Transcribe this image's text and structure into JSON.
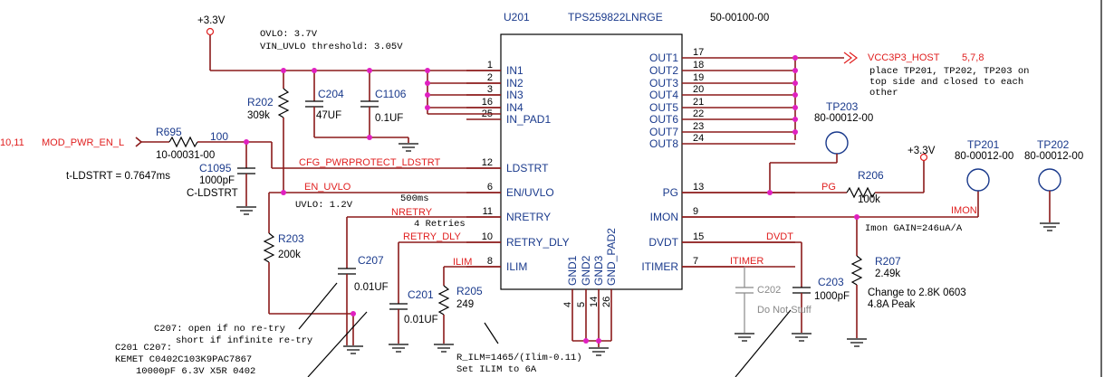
{
  "chip": {
    "ref": "U201",
    "part": "TPS259822LNRGE",
    "code": "50-00100-00",
    "left_pins": [
      {
        "num": "1",
        "name": "IN1"
      },
      {
        "num": "2",
        "name": "IN2"
      },
      {
        "num": "3",
        "name": "IN3"
      },
      {
        "num": "16",
        "name": "IN4"
      },
      {
        "num": "25",
        "name": "IN_PAD1"
      },
      {
        "num": "12",
        "name": "LDSTRT"
      },
      {
        "num": "6",
        "name": "EN/UVLO"
      },
      {
        "num": "11",
        "name": "NRETRY"
      },
      {
        "num": "10",
        "name": "RETRY_DLY"
      },
      {
        "num": "8",
        "name": "ILIM"
      }
    ],
    "right_pins": [
      {
        "num": "17",
        "name": "OUT1"
      },
      {
        "num": "18",
        "name": "OUT2"
      },
      {
        "num": "19",
        "name": "OUT3"
      },
      {
        "num": "20",
        "name": "OUT4"
      },
      {
        "num": "21",
        "name": "OUT5"
      },
      {
        "num": "22",
        "name": "OUT6"
      },
      {
        "num": "23",
        "name": "OUT7"
      },
      {
        "num": "24",
        "name": "OUT8"
      },
      {
        "num": "13",
        "name": "PG"
      },
      {
        "num": "9",
        "name": "IMON"
      },
      {
        "num": "15",
        "name": "DVDT"
      },
      {
        "num": "7",
        "name": "ITIMER"
      }
    ],
    "bottom_pins": [
      {
        "num": "4",
        "name": "GND1"
      },
      {
        "num": "5",
        "name": "GND2"
      },
      {
        "num": "14",
        "name": "GND3"
      },
      {
        "num": "26",
        "name": "GND_PAD2"
      }
    ]
  },
  "power": {
    "left": "+3.3V",
    "right": "+3.3V"
  },
  "notes": {
    "ovlo": "OVLO: 3.7V",
    "vin_uvlo": "VIN_UVLO threshold: 3.05V",
    "uvlo": "UVLO: 1.2V",
    "delay": "500ms",
    "retries": "4 Retries",
    "ldstrt": "t-LDSTRT = 0.7647ms",
    "output_note_1": "place TP201, TP202, TP203 on",
    "output_note_2": "top side and closed to each",
    "output_note_3": "other",
    "imon_gain": "Imon GAIN=246uA/A",
    "c207_1": "C207: open if no re-try",
    "c207_2": "short if infinite re-try",
    "c201_c207": "C201 C207:",
    "kemet": "KEMET C0402C103K9PAC7867",
    "kemet_spec": "10000pF 6.3V X5R 0402",
    "rilm_1": "R_ILM=1465/(Ilim-0.11)",
    "rilm_2": "Set ILIM to 6A",
    "r207_change_1": "Change to 2.8K 0603",
    "r207_change_2": "4.8A Peak"
  },
  "nets": {
    "mod_pwr_en": "MOD_PWR_EN_L",
    "mod_sheet": "10,11",
    "node_100": "100",
    "cfg": "CFG_PWRPROTECT_LDSTRT",
    "en_uvlo": "EN_UVLO",
    "nretry": "NRETRY",
    "retry_dly": "RETRY_DLY",
    "ilim": "ILIM",
    "vcc_host": "VCC3P3_HOST",
    "vcc_sheet": "5,7,8",
    "pg": "PG",
    "imon": "IMON",
    "dvdt": "DVDT",
    "itimer": "ITIMER"
  },
  "components": {
    "r202": {
      "ref": "R202",
      "val": "309k"
    },
    "c204": {
      "ref": "C204",
      "val": "47UF"
    },
    "c1106": {
      "ref": "C1106",
      "val": "0.1UF"
    },
    "r695": {
      "ref": "R695",
      "val": "10-00031-00"
    },
    "c1095": {
      "ref": "C1095",
      "val": "1000pF",
      "name": "C-LDSTRT"
    },
    "r203": {
      "ref": "R203",
      "val": "200k"
    },
    "c207": {
      "ref": "C207",
      "val": "0.01UF"
    },
    "c201": {
      "ref": "C201",
      "val": "0.01UF"
    },
    "r205": {
      "ref": "R205",
      "val": "249"
    },
    "r206": {
      "ref": "R206",
      "val": "100k"
    },
    "r207": {
      "ref": "R207",
      "val": "2.49k"
    },
    "c202": {
      "ref": "C202",
      "val": "Do Not Stuff"
    },
    "c203": {
      "ref": "C203",
      "val": "1000pF"
    }
  },
  "testpoints": {
    "tp203": {
      "ref": "TP203",
      "code": "80-00012-00"
    },
    "tp201": {
      "ref": "TP201",
      "code": "80-00012-00"
    },
    "tp202": {
      "ref": "TP202",
      "code": "80-00012-00"
    }
  }
}
